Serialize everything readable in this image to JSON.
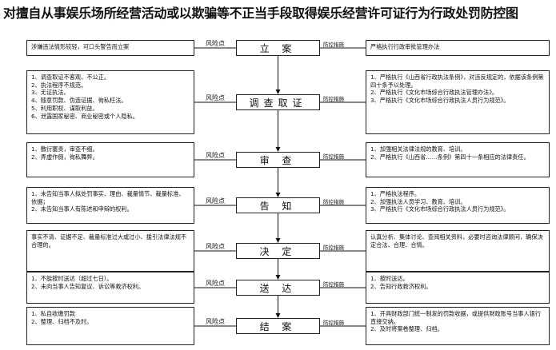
{
  "title": "对擅自从事娱乐场所经营活动或以欺骗等不正当手段取得娱乐经营许可证行为行政处罚防控图",
  "risk_label": "风险点",
  "prevention_label": "防控措施",
  "steps": [
    {
      "name": "立 案",
      "risks": "涉嫌违法情形较轻，可口头警告而立案",
      "measures": "严格执行行政审批管理办法"
    },
    {
      "name": "调查取证",
      "risks": "1、调查取证不客观、不公正。\n2、执法程序不规范。\n3、无证执法。\n4、随意罚款、伪造证据、徇私枉法。\n5、利用职权、谋取利益。\n6、泄露国家秘密、商业秘密或个人隐私。",
      "measures": "1、严格执行《山西省行政执法条例》，对违反规定的，依据该条例第四十条予以处理。\n2、严格执行《文化市场综合行政执法管理办法》。\n3、严格执行《文化市场综合行政执法人员行为规范》。"
    },
    {
      "name": "审 查",
      "risks": "1、敷衍塞责，审查不细。\n2、弄虚作假，徇私舞弊。",
      "measures": "1、加强相关法律法规的教育、培训。\n2、严格执行《山西省……条例》第四十一条相应的法律责任。"
    },
    {
      "name": "告 知",
      "risks": "1、未告知当事人拟处罚事实、理由、裁量情节、裁量标准、依据；\n2、未告知当事人有陈述和申辩的权利。",
      "measures": "1、严格执法程序。\n2、加强执法人员学习、教育、培训。\n3、严格执行《文化市场综合行政执法人员行为规范》。"
    },
    {
      "name": "决 定",
      "risks": "事实不清、证据不足、裁量标准过大或过小、援引法律法规不合理的。",
      "measures": "认真分析、集体讨论、查阅相关资料，必要时咨询法律顾问，确保决定合法、合理、合情。"
    },
    {
      "name": "送 达",
      "risks": "1、不能按时送达（超过七日）。\n2、未向当事人告知复议、诉讼等救济权利。",
      "measures": "1、按时送达。\n2、告知行政救济权利。"
    },
    {
      "name": "结 案",
      "risks": "1、私自收缴罚款\n2、整理、归档不及时。",
      "measures": "1、开具财政部门统一制发的罚款收据，或提供财政账号当事人银行直接交纳。\n2、及时将案卷整理、归档。"
    }
  ]
}
